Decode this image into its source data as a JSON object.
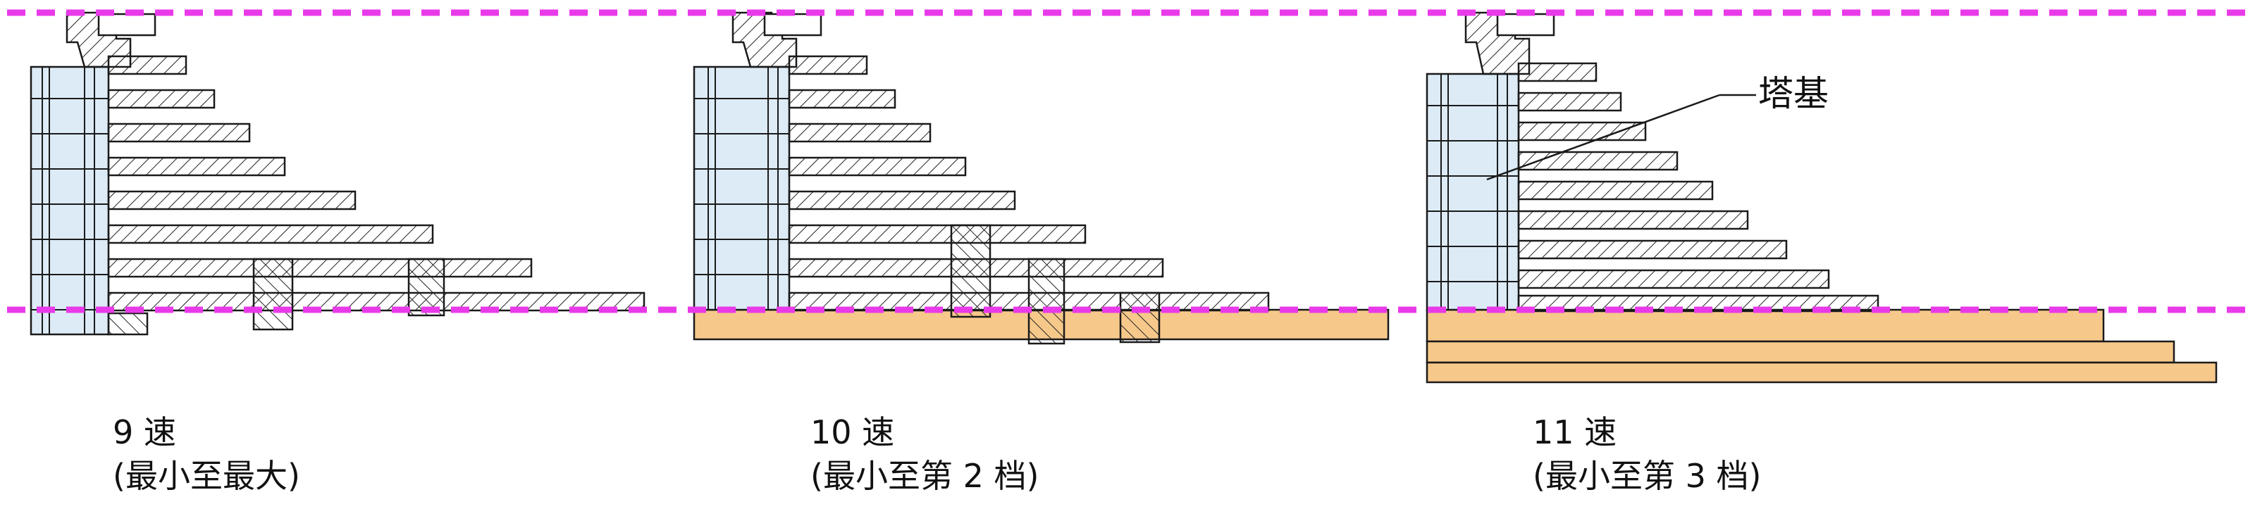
{
  "colors": {
    "guide_line": "#e83ae8",
    "spacer_fill": "#dcebf6",
    "base_fill": "#f6c88a",
    "outline": "#1a1a1a",
    "background": "#ffffff"
  },
  "panels": [
    {
      "speed_label": "9 速",
      "range_label": "(最小至最大)"
    },
    {
      "speed_label": "10 速",
      "range_label": "(最小至第 2 档)"
    },
    {
      "speed_label": "11 速",
      "range_label": "(最小至第 3 档)"
    }
  ],
  "callout": {
    "label": "塔基"
  }
}
